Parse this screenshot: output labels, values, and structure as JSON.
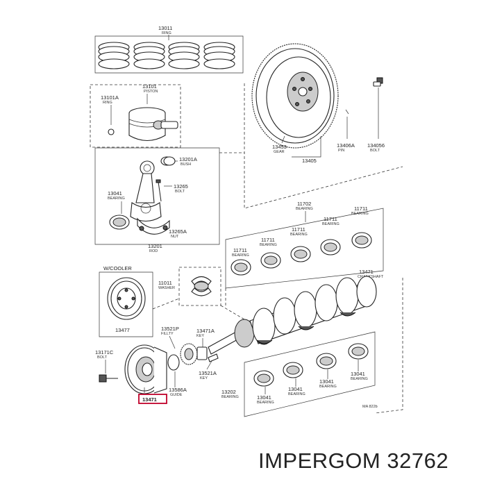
{
  "caption": {
    "brand": "IMPERGOM",
    "part_number": "32762"
  },
  "highlight_color": "#c0002a",
  "parts": {
    "ring_set": {
      "number": "13011",
      "name": "RING"
    },
    "piston": {
      "number": "13101",
      "name": "PISTON"
    },
    "ring_a": {
      "number": "13101A",
      "name": "RING"
    },
    "bush": {
      "number": "13201A",
      "name": "BUSH"
    },
    "rod_bolt": {
      "number": "13265",
      "name": "BOLT"
    },
    "rod_bearing": {
      "number": "13041",
      "name": "BEARING"
    },
    "rod_nut": {
      "number": "13265A",
      "name": "NUT"
    },
    "rod": {
      "number": "13201",
      "name": "ROD"
    },
    "gear": {
      "number": "13453",
      "name": "GEAR"
    },
    "flywheel": {
      "number": "13405",
      "name": ""
    },
    "pin": {
      "number": "13406A",
      "name": "PIN"
    },
    "flywheel_bolt": {
      "number": "134056",
      "name": "BOLT"
    },
    "upper_bearing_1": {
      "number": "11702",
      "name": "BEARING"
    },
    "upper_bearing_2": {
      "number": "11711",
      "name": "BEARING"
    },
    "upper_bearing_3": {
      "number": "11711",
      "name": "BEARING"
    },
    "upper_bearing_4": {
      "number": "11711",
      "name": "BEARING"
    },
    "upper_bearing_5": {
      "number": "11711",
      "name": "BEARING"
    },
    "upper_bearing_6": {
      "number": "11711",
      "name": "BEARING"
    },
    "crankshaft": {
      "number": "13471",
      "name": "CRANKSHAFT"
    },
    "cooler_group": {
      "title": "W/COOLER"
    },
    "washer": {
      "number": "11011",
      "name": "WASHER"
    },
    "cooler_pulley": {
      "number": "13477",
      "name": ""
    },
    "pulley_filter": {
      "number": "13521P",
      "name": "FILLTY"
    },
    "key": {
      "number": "13471A",
      "name": "KEY"
    },
    "pulley_bolt": {
      "number": "13171C",
      "name": "BOLT"
    },
    "pulley": {
      "number": "13471",
      "name": ""
    },
    "guide": {
      "number": "13586A",
      "name": "GUIDE"
    },
    "key_a": {
      "number": "13521A",
      "name": "KEY"
    },
    "lower_bearing_1": {
      "number": "13202",
      "name": "BEARING"
    },
    "lower_bearing_2": {
      "number": "13041",
      "name": "BEARING"
    },
    "lower_bearing_3": {
      "number": "13041",
      "name": "BEARING"
    },
    "lower_bearing_4": {
      "number": "13041",
      "name": "BEARING"
    },
    "lower_bearing_5": {
      "number": "13041",
      "name": "BEARING"
    }
  },
  "diagram_code": "MA 822b"
}
